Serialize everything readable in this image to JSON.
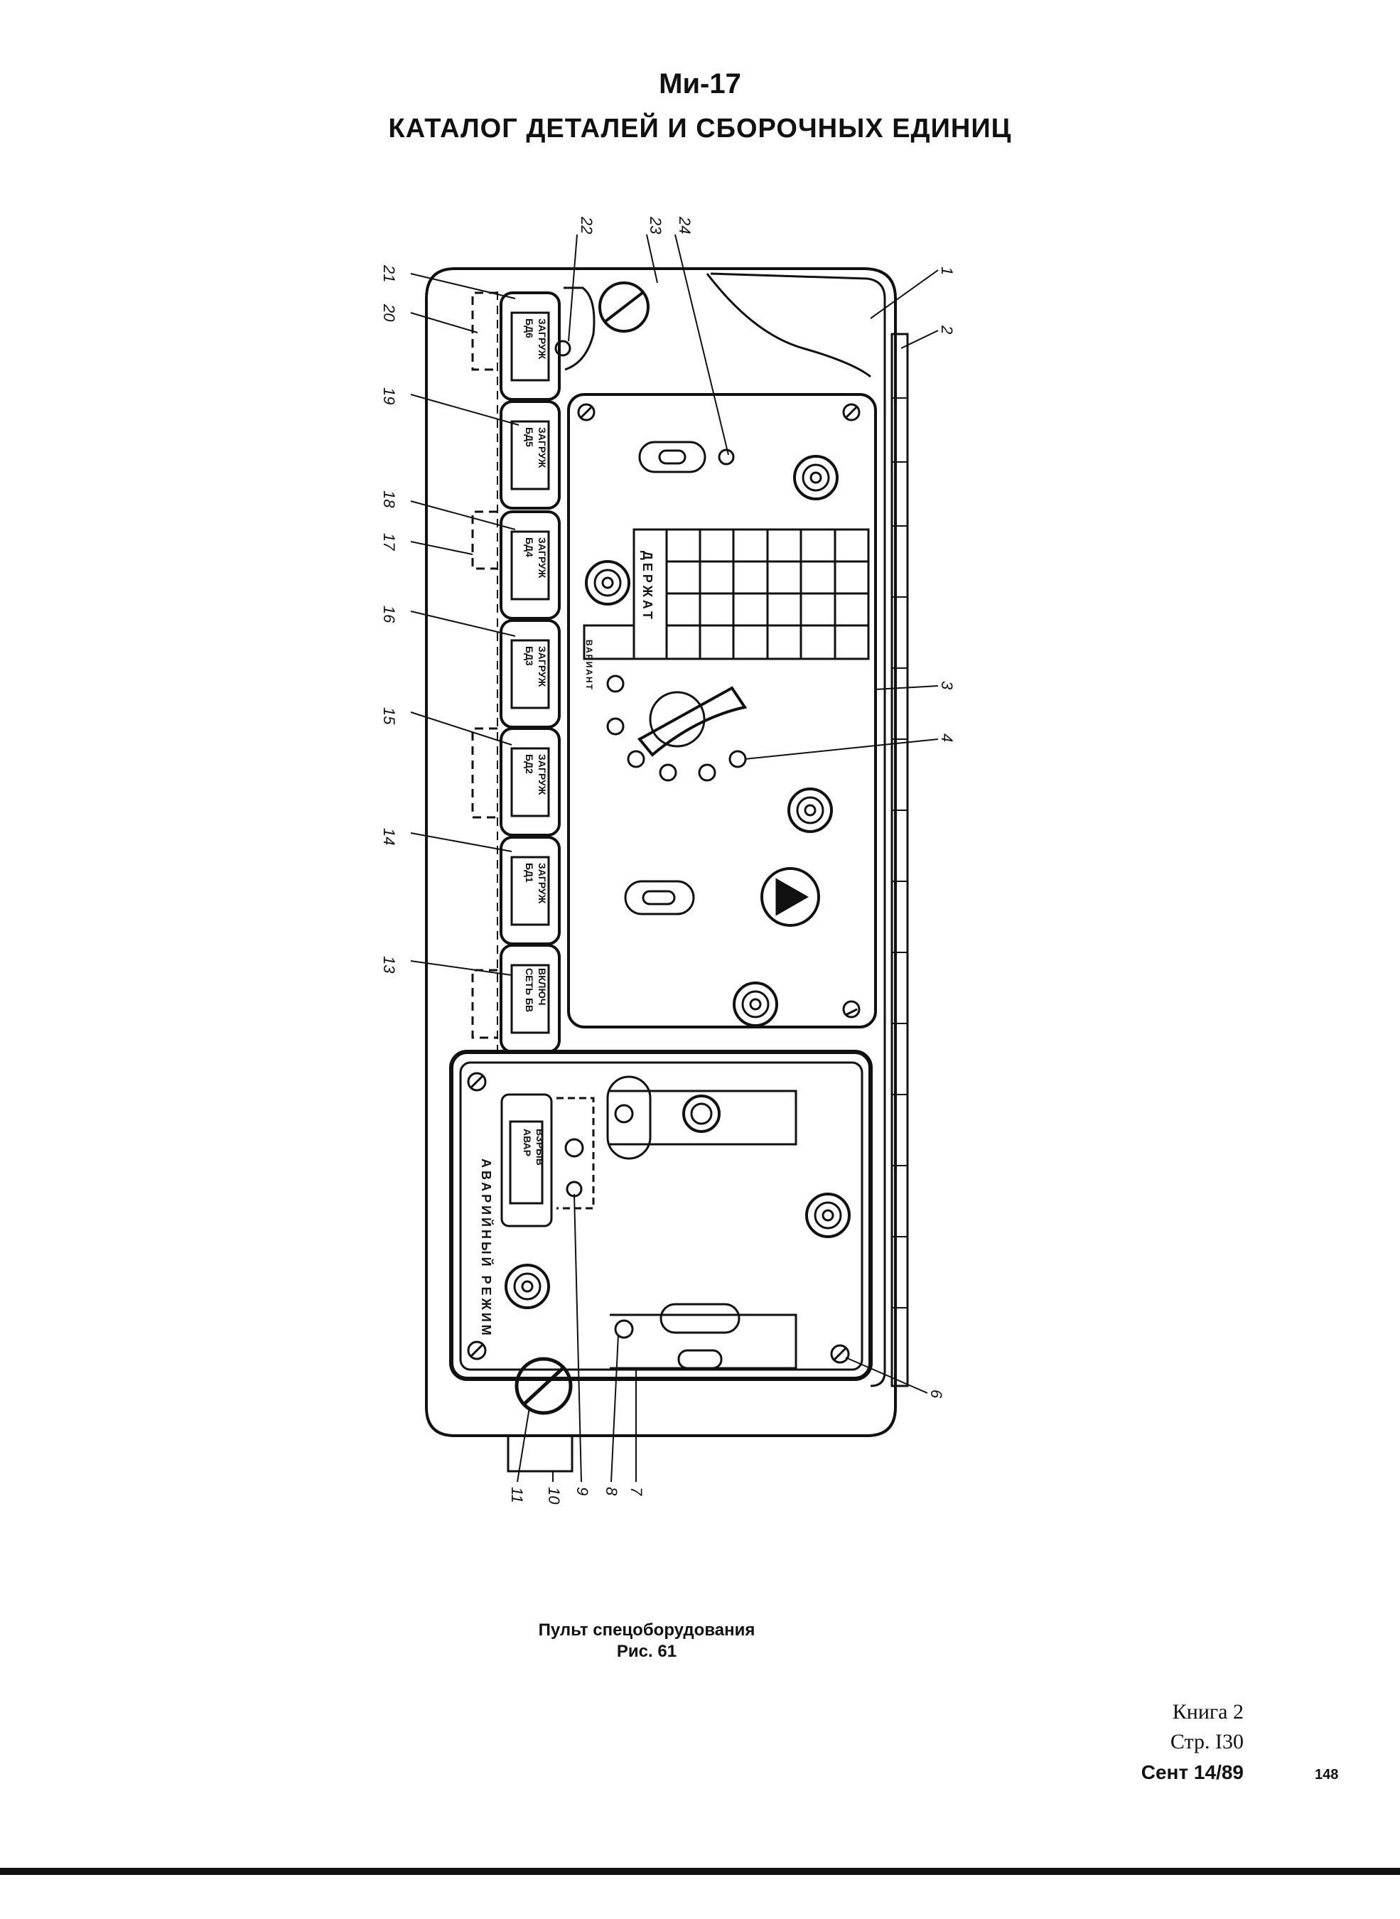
{
  "header": {
    "title": "Ми-17",
    "subtitle": "КАТАЛОГ ДЕТАЛЕЙ И СБОРОЧНЫХ ЕДИНИЦ"
  },
  "figure": {
    "callouts": [
      "1",
      "2",
      "3",
      "4",
      "6",
      "7",
      "8",
      "9",
      "10",
      "11",
      "13",
      "14",
      "15",
      "16",
      "17",
      "18",
      "19",
      "20",
      "21",
      "22",
      "23",
      "24"
    ],
    "switch_labels": [
      [
        "БД6",
        "ЗАГРУЖ"
      ],
      [
        "БД5",
        "ЗАГРУЖ"
      ],
      [
        "БД4",
        "ЗАГРУЖ"
      ],
      [
        "БД3",
        "ЗАГРУЖ"
      ],
      [
        "БД2",
        "ЗАГРУЖ"
      ],
      [
        "БД1",
        "ЗАГРУЖ"
      ],
      [
        "СЕТЬ БВ",
        "ВКЛЮЧ"
      ]
    ],
    "table_label_1": "ДЕРЖАТ",
    "table_label_2": "ВАРИАНТ",
    "emergency_label": "АВАРИЙНЫЙ РЕЖИМ",
    "emergency_switch": [
      "АВАР",
      "ВЗРЫВ"
    ]
  },
  "caption": {
    "line1": "Пульт спецоборудования",
    "line2": "Рис. 61"
  },
  "footer": {
    "book": "Книга 2",
    "page": "Стр. I30",
    "date": "Сент 14/89",
    "sheet": "148"
  }
}
